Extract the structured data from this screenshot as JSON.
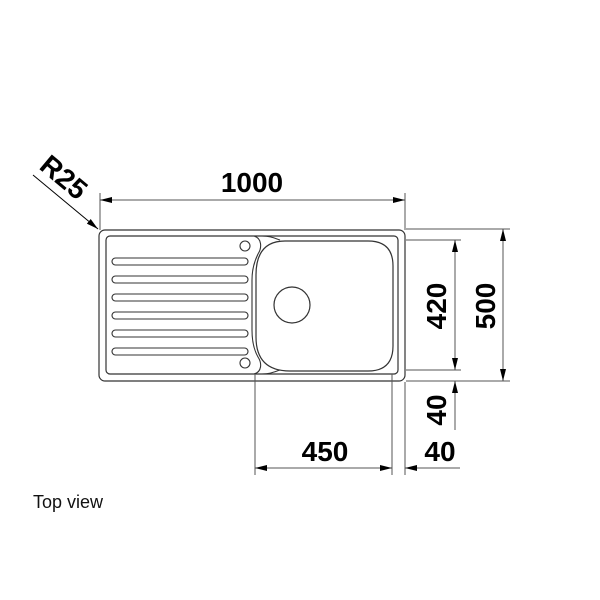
{
  "drawing": {
    "view_label": "Top view",
    "dimensions": {
      "radius": "R25",
      "overall_width": "1000",
      "bowl_height": "420",
      "overall_depth": "500",
      "bowl_offset_vertical": "40",
      "bowl_width": "450",
      "bowl_offset_horizontal": "40"
    },
    "features": {
      "drainer_grooves": 6,
      "tap_holes": 2,
      "bowls": 1,
      "waste_outlet": 1
    },
    "colors": {
      "line": "#333333",
      "dimension_line": "#555555",
      "text": "#000000"
    }
  }
}
